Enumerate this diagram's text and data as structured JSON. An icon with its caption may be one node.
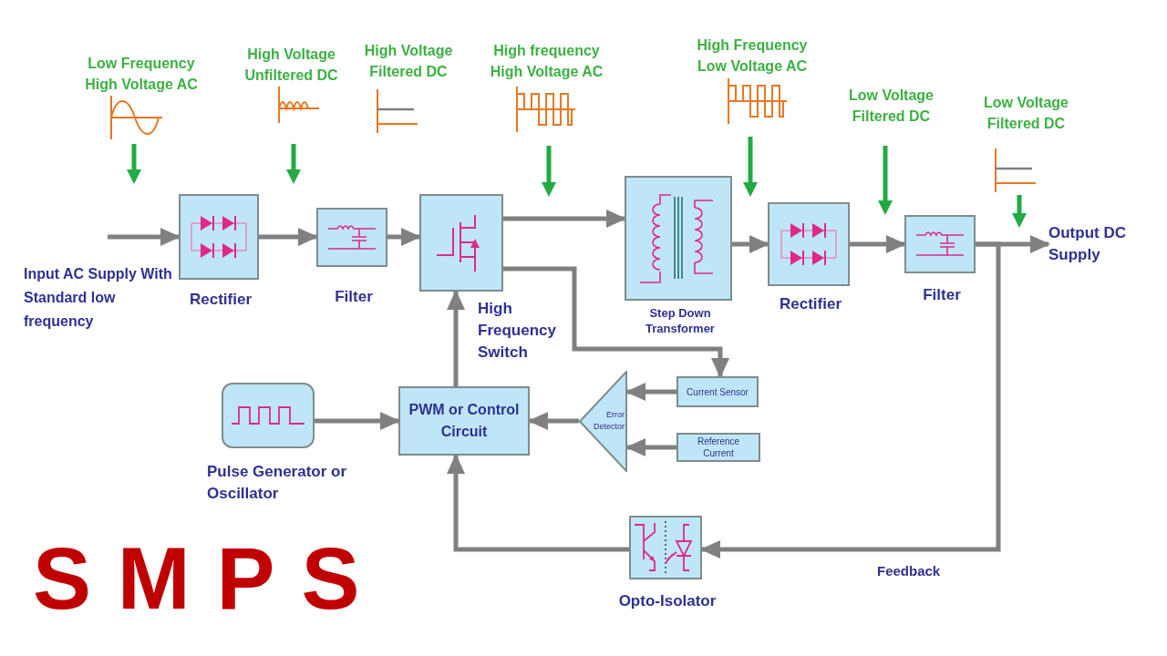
{
  "diagram": {
    "title": "SMPS",
    "nodes": [
      {
        "text": [
          "Rectifier"
        ]
      },
      {
        "text": [
          "Filter"
        ]
      },
      {
        "text": [
          "High Frequency Switch"
        ]
      },
      {
        "text": [
          "Step Down Transformer"
        ]
      },
      {
        "text": [
          "Rectifier"
        ]
      },
      {
        "text": [
          "Filter"
        ]
      },
      {
        "text": [
          "Pulse Generator or Oscillator"
        ]
      },
      {
        "text": [
          "PWM or Control Circuit"
        ]
      },
      {
        "text": [
          "Error Detector"
        ]
      },
      {
        "text": [
          "Current Sensor"
        ]
      },
      {
        "text": [
          "Reference Current"
        ]
      },
      {
        "text": [
          "Opto-Isolator"
        ]
      },
      {
        "text": [
          "Output DC Supply"
        ]
      }
    ],
    "edges": [
      {
        "from": null,
        "to": 0,
        "arrow": "to"
      },
      {
        "from": 0,
        "to": 1,
        "arrow": "to"
      },
      {
        "from": 1,
        "to": 2,
        "arrow": "to"
      },
      {
        "from": 2,
        "to": 3,
        "arrow": "to"
      },
      {
        "from": 3,
        "to": 4,
        "arrow": "to"
      },
      {
        "from": 4,
        "to": 5,
        "arrow": "to"
      },
      {
        "from": 5,
        "to": 12,
        "arrow": "to"
      },
      {
        "from": 5,
        "to": 11,
        "arrow": "to",
        "label": "Feedback"
      },
      {
        "from": 11,
        "to": 7,
        "arrow": "to"
      },
      {
        "from": 6,
        "to": 7,
        "arrow": "to"
      },
      {
        "from": 7,
        "to": 2,
        "arrow": "to"
      },
      {
        "from": 2,
        "to": 9,
        "arrow": "to"
      },
      {
        "from": 9,
        "to": 8,
        "arrow": "to"
      },
      {
        "from": 10,
        "to": 8,
        "arrow": "to"
      },
      {
        "from": 8,
        "to": 7,
        "arrow": "to"
      }
    ],
    "labels": [
      "Low Frequency High Voltage AC",
      "High Voltage Unfiltered DC",
      "High Voltage Filtered DC",
      "High frequency High Voltage AC",
      "High Frequency Low Voltage AC",
      "Low Voltage Filtered DC",
      "Low Voltage Filtered DC",
      "Input AC Supply With Standard low frequency"
    ]
  }
}
